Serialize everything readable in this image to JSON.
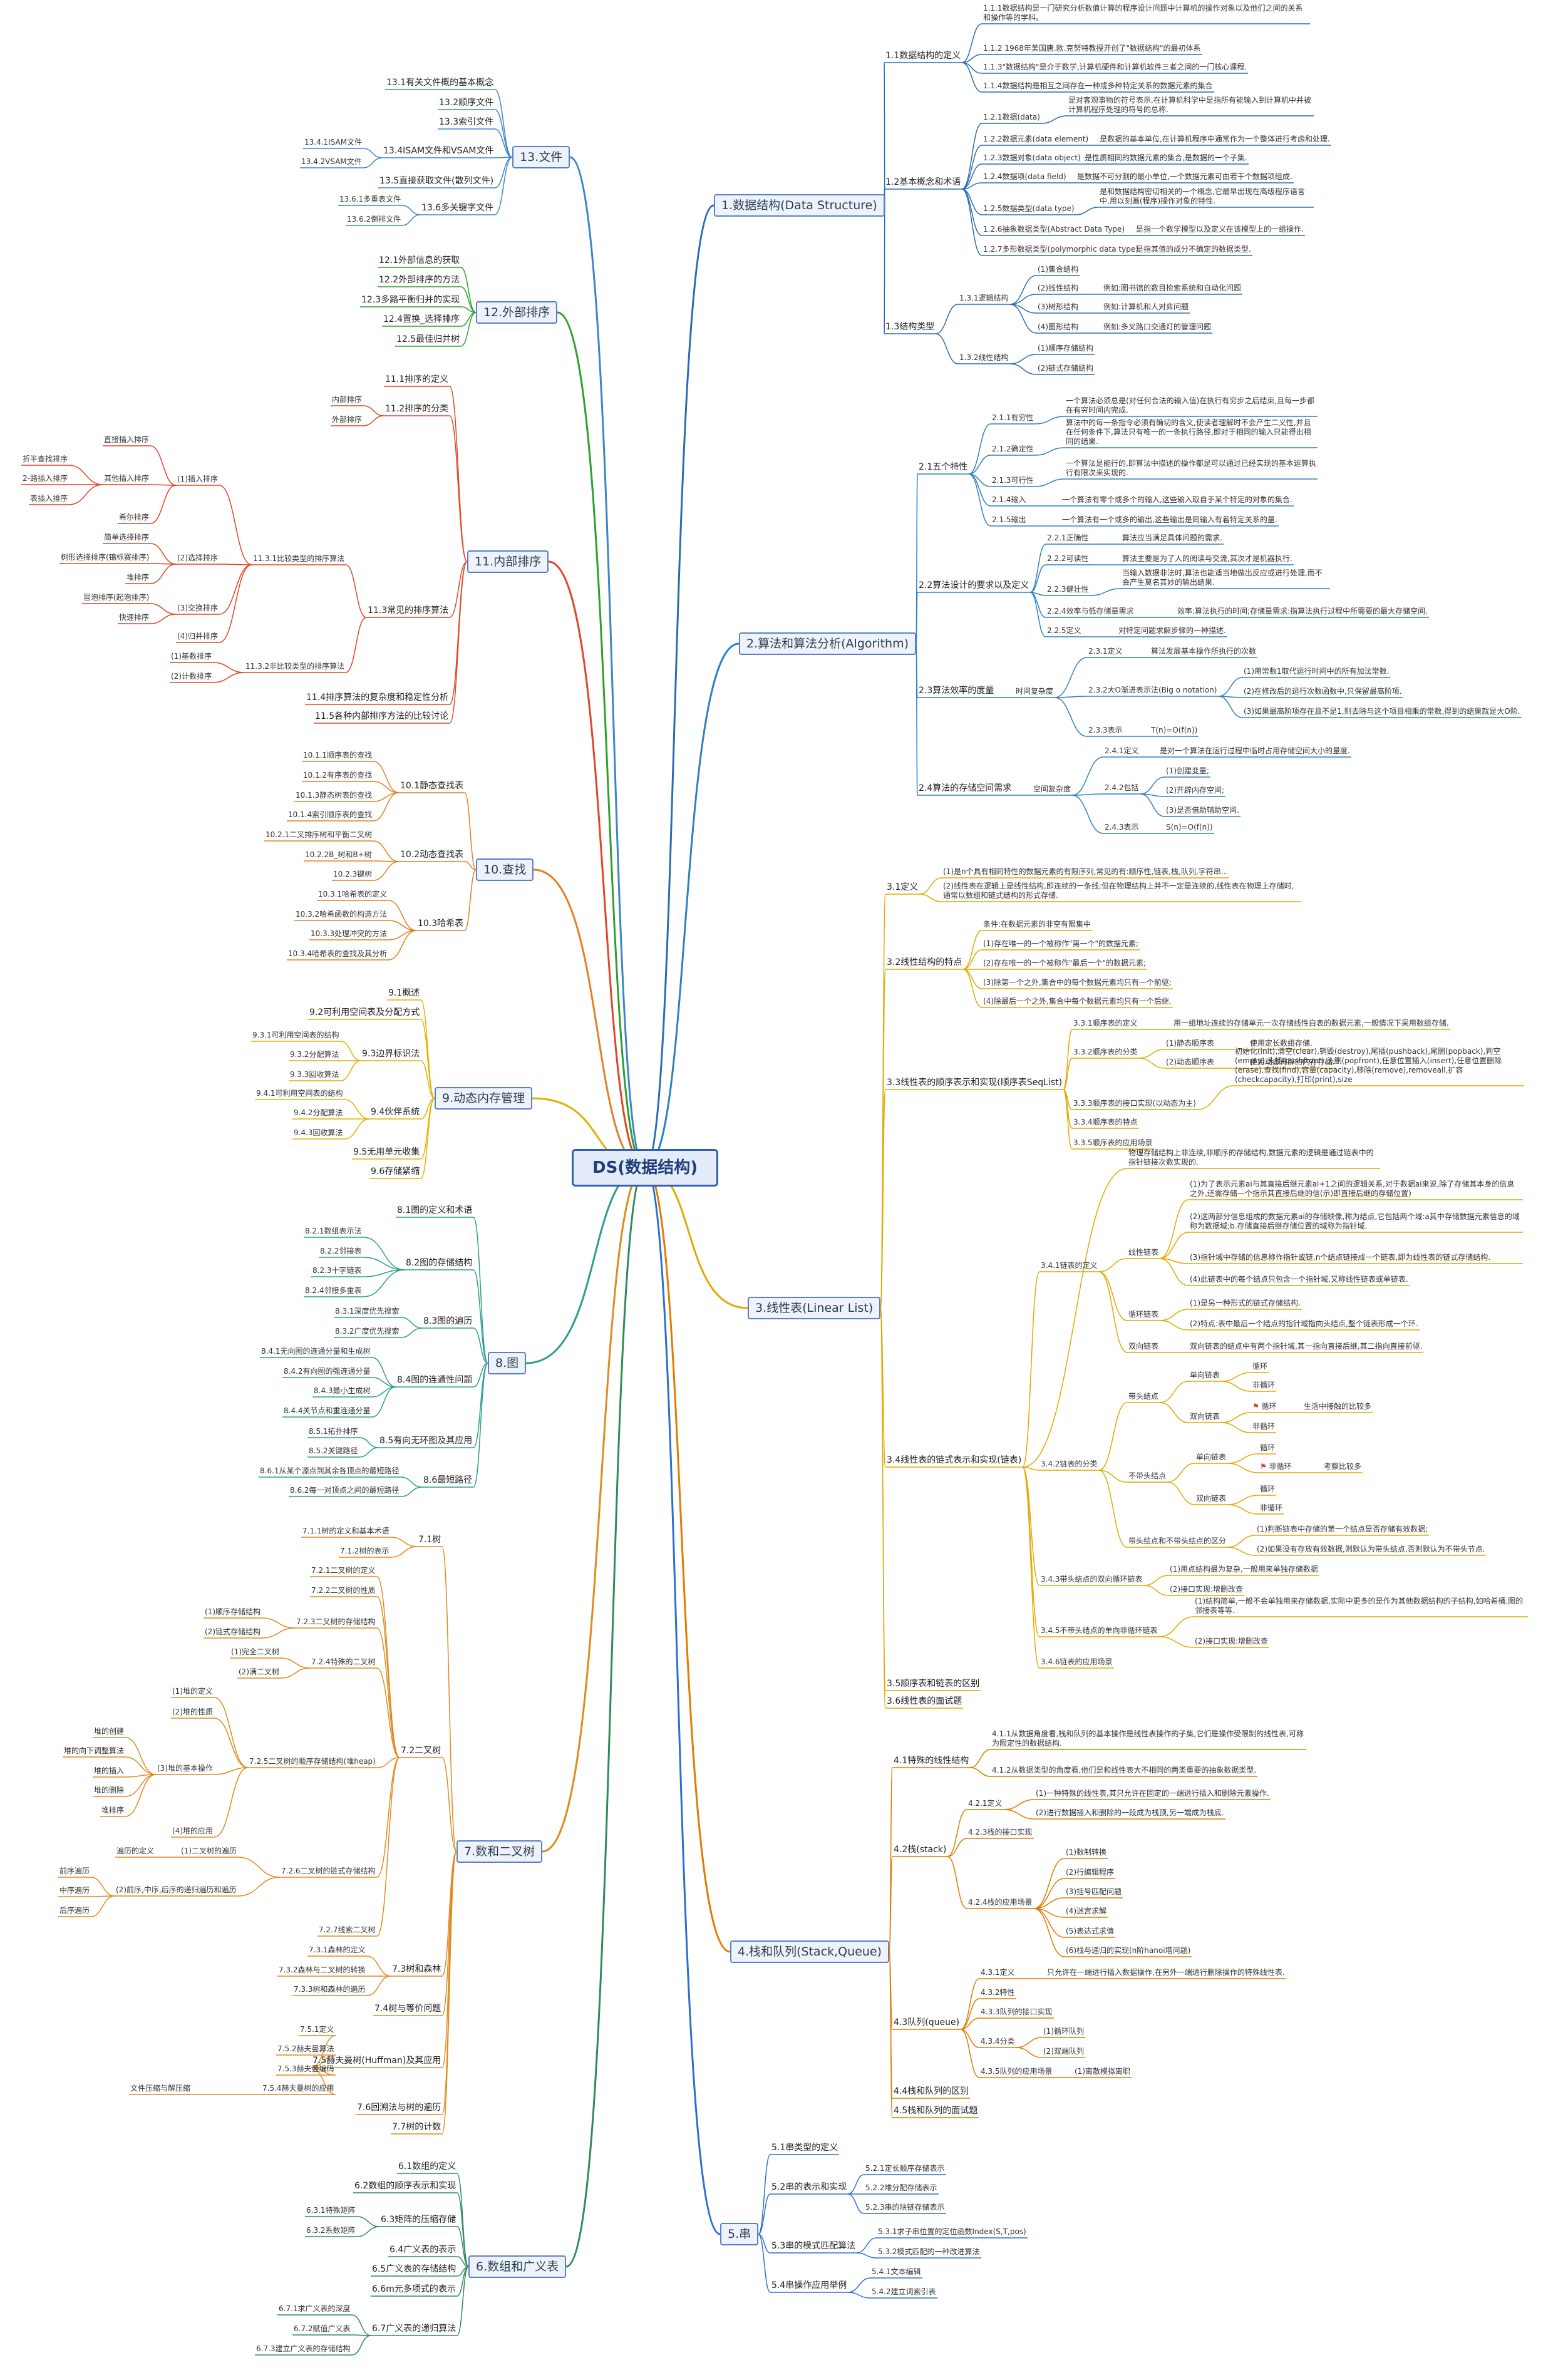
{
  "root": "DS(数据结构)",
  "colors": {
    "b1": "#2b6cb0",
    "b2": "#2f80c0",
    "b3": "#e2a900",
    "b4": "#e07b00",
    "b5": "#2c6fd1",
    "b6": "#2e8b57",
    "b7": "#e08a1e",
    "b8": "#2a9d8f",
    "b9": "#e2b100",
    "b10": "#e67e22",
    "b11": "#e0452a",
    "b12": "#2ca02c",
    "b13": "#3a86c8",
    "node_border": "#5b7fc7",
    "root_border": "#2f5fb3"
  },
  "nodes": {
    "b1": "1.数据结构(Data Structure)",
    "b1_1": "1.1数据结构的定义",
    "b1_1a": "1.1.1数据结构是一门研究分析数值计算的程序设计问题中计算机的操作对象以及他们之间的关系和操作等的学科。",
    "b1_1b": "1.1.2 1968年美国唐.欧.克努特教授开创了\"数据结构\"的最初体系",
    "b1_1c": "1.1.3\"数据结构\"是介于数学,计算机硬件和计算机软件三者之间的一门核心课程.",
    "b1_1d": "1.1.4数据结构是相互之间存在一种或多种特定关系的数据元素的集合",
    "b1_2": "1.2基本概念和术语",
    "b1_2a": "1.2.1数据(data)",
    "b1_2a_d": "是对客观事物的符号表示,在计算机科学中是指所有能输入到计算机中并被计算机程序处理的符号的总称.",
    "b1_2b": "1.2.2数据元素(data element)",
    "b1_2b_d": "是数据的基本单位,在计算机程序中通常作为一个整体进行考虑和处理.",
    "b1_2c": "1.2.3数据对象(data object)",
    "b1_2c_d": "是性质相同的数据元素的集合,是数据的一个子集.",
    "b1_2d": "1.2.4数据项(data field)",
    "b1_2d_d": "是数据不可分割的最小单位,一个数据元素可由若干个数据项组成.",
    "b1_2e": "1.2.5数据类型(data type)",
    "b1_2e_d": "是和数据结构密切相关的一个概念,它最早出现在高级程序语言中,用以刻画(程序)操作对象的特性.",
    "b1_2f": "1.2.6抽象数据类型(Abstract Data Type)",
    "b1_2f_d": "是指一个数学模型以及定义在该模型上的一组操作.",
    "b1_2g": "1.2.7多形数据类型(polymorphic data type)",
    "b1_2g_d": "是指其值的成分不确定的数据类型.",
    "b1_3": "1.3结构类型",
    "b1_3_1": "1.3.1逻辑结构",
    "b1_3_1a": "(1)集合结构",
    "b1_3_1b": "(2)线性结构",
    "b1_3_1b_d": "例如:图书馆的数目检索系统和自动化问题",
    "b1_3_1c": "(3)树形结构",
    "b1_3_1c_d": "例如:计算机和人对弈问题",
    "b1_3_1d": "(4)图形结构",
    "b1_3_1d_d": "例如:多叉路口交通灯的管理问题",
    "b1_3_2": "1.3.2线性结构",
    "b1_3_2a": "(1)顺序存储结构",
    "b1_3_2b": "(2)链式存储结构",
    "b2": "2.算法和算法分析(Algorithm)",
    "b2_1": "2.1五个特性",
    "b2_1a": "2.1.1有穷性",
    "b2_1a_d": "一个算法必须总是(对任何合法的输入值)在执行有穷步之后结束,且每一步都在有穷时间内完成.",
    "b2_1b": "2.1.2确定性",
    "b2_1b_d": "算法中的每一条指令必须有确切的含义,使读者理解时不会产生二义性,并且在任何条件下,算法只有唯一的一条执行路径,即对于相同的输入只能得出相同的结果.",
    "b2_1c": "2.1.3可行性",
    "b2_1c_d": "一个算法是能行的,即算法中描述的操作都是可以通过已经实现的基本运算执行有限次来实现的.",
    "b2_1d": "2.1.4输入",
    "b2_1d_d": "一个算法有零个或多个的输入,这些输入取自于某个特定的对象的集合.",
    "b2_1e": "2.1.5输出",
    "b2_1e_d": "一个算法有一个或多的输出,这些输出是同输入有着特定关系的量.",
    "b2_2": "2.2算法设计的要求以及定义",
    "b2_2a": "2.2.1正确性",
    "b2_2a_d": "算法应当满足具体问题的需求.",
    "b2_2b": "2.2.2可读性",
    "b2_2b_d": "算法主要是为了人的阅读与交流,其次才是机器执行.",
    "b2_2c": "2.2.3健壮性",
    "b2_2c_d": "当输入数据非法时,算法也能适当地做出反应或进行处理,而不会产生莫名其妙的输出结果.",
    "b2_2d": "2.2.4效率与低存储量需求",
    "b2_2d_d": "效率:算法执行的时间;存储量需求:指算法执行过程中所需要的最大存储空间.",
    "b2_2e": "2.2.5定义",
    "b2_2e_d": "对特定问题求解步骤的一种描述.",
    "b2_3": "2.3算法效率的度量",
    "b2_3_t": "时间复杂度",
    "b2_3_1": "2.3.1定义",
    "b2_3_1_d": "算法发展基本操作所执行的次数",
    "b2_3_2": "2.3.2大O渐进表示法(Big o notation)",
    "b2_3_2a": "(1)用常数1取代运行时间中的所有加法常数.",
    "b2_3_2b": "(2)在修改后的运行次数函数中,只保留最高阶项.",
    "b2_3_2c": "(3)如果最高阶项存在且不是1,则去除与这个项目相乘的常数,得到的结果就是大O阶.",
    "b2_3_3": "2.3.3表示",
    "b2_3_3_d": "T(n)=O(f(n))",
    "b2_4": "2.4算法的存储空间需求",
    "b2_4_t": "空间复杂度",
    "b2_4_1": "2.4.1定义",
    "b2_4_1_d": "是对一个算法在运行过程中临时占用存储空间大小的量度.",
    "b2_4_2": "2.4.2包括",
    "b2_4_2a": "(1)创建变量;",
    "b2_4_2b": "(2)开辟内存空间;",
    "b2_4_2c": "(3)是否借助辅助空间.",
    "b2_4_3": "2.4.3表示",
    "b2_4_3_d": "S(n)=O(f(n))",
    "b3": "3.线性表(Linear List)",
    "b3_1": "3.1定义",
    "b3_1a": "(1)是n个具有相同特性的数据元素的有限序列,常见的有:顺序性,链表,栈,队列,字符串...",
    "b3_1b": "(2)线性表在逻辑上是线性结构,即连续的一条线;但在物理结构上并不一定是连续的,线性表在物理上存储时,通常以数组和链式结构的形式存储.",
    "b3_2": "3.2线性结构的特点",
    "b3_2_0": "条件:在数据元素的非空有限集中",
    "b3_2a": "(1)存在唯一的一个被称作\"第一个\"的数据元素;",
    "b3_2b": "(2)存在唯一的一个被称作\"最后一个\"的数据元素;",
    "b3_2c": "(3)除第一个之外,集合中的每个数据元素均只有一个前驱;",
    "b3_2d": "(4)除最后一个之外,集合中每个数据元素均只有一个后继.",
    "b3_3": "3.3线性表的顺序表示和实现(顺序表SeqList)",
    "b3_3_1": "3.3.1顺序表的定义",
    "b3_3_1_d": "用一组地址连续的存储单元一次存储线性白表的数据元素,一般情况下采用数组存储.",
    "b3_3_2": "3.3.2顺序表的分类",
    "b3_3_2a": "(1)静态顺序表",
    "b3_3_2a_d": "使用定长数组存储.",
    "b3_3_2b": "(2)动态顺序表",
    "b3_3_2b_d": "使用动态开辟的内存存储.",
    "b3_3_3": "3.3.3顺序表的接口实现(以动态为主)",
    "b3_3_3_d": "初始化(init),清空(clear),销毁(destroy),尾插(pushback),尾删(popback),判空(empty),头插(pushfront),头删(popfront),任意位置插入(insert),任意位置删除(erase),查找(find),容量(capacity),移除(remove),removeall,扩容(checkcapacity),打印(print),size",
    "b3_3_4": "3.3.4顺序表的特点",
    "b3_3_5": "3.3.5顺序表的应用场景",
    "b3_4": "3.4线性表的链式表示和实现(链表)",
    "b3_4_0": "物理存储结构上非连续,非顺序的存储结构,数据元素的逻辑是通过链表中的指针链接次数实现的.",
    "b3_4_1": "3.4.1链表的定义",
    "b3_4_1_l": "线性链表",
    "b3_4_1_l1": "(1)为了表示元素ai与其直接后继元素ai+1之间的逻辑关系,对于数据ai来说,除了存储其本身的信息之外,还需存储一个指示其直接后继的信(示)即直接后继的存储位置)",
    "b3_4_1_l2": "(2)这两部分信息组成的数据元素ai的存储映像,称为结点,它包括两个域:a其中存储数据元素信息的域称为数据域;b.存储直接后继存储位置的域称为指针域.",
    "b3_4_1_l3": "(3)指针域中存储的信息称作指针或链,n个结点链接成一个链表,即为线性表的链式存储结构.",
    "b3_4_1_l4": "(4)此链表中的每个结点只包含一个指针域,又称线性链表或单链表.",
    "b3_4_1_c": "循环链表",
    "b3_4_1_c1": "(1)是另一种形式的链式存储结构.",
    "b3_4_1_c2": "(2)特点:表中最后一个结点的指针域指向头结点,整个链表形成一个环.",
    "b3_4_1_d": "双向链表",
    "b3_4_1_d1": "双向链表的结点中有两个指针域,其一指向直接后继,其二指向直接前驱.",
    "b3_4_2": "3.4.2链表的分类",
    "b3_4_2a": "带头结点",
    "b3_4_2a1": "单向链表",
    "b3_4_2a1x": "循环",
    "b3_4_2a1y": "非循环",
    "b3_4_2a2": "双向链表",
    "b3_4_2a2x": "循环",
    "b3_4_2a2x_d": "生活中接触的比较多",
    "b3_4_2a2y": "非循环",
    "b3_4_2b": "不带头结点",
    "b3_4_2b1": "单向链表",
    "b3_4_2b1x": "循环",
    "b3_4_2b1y": "非循环",
    "b3_4_2b1y_d": "考察比较多",
    "b3_4_2b2": "双向链表",
    "b3_4_2b2x": "循环",
    "b3_4_2b2y": "非循环",
    "b3_4_2c": "带头结点和不带头结点的区分",
    "b3_4_2c1": "(1)判断链表中存储的第一个结点是否存储有效数据;",
    "b3_4_2c2": "(2)如果没有存放有效数据,则默认为带头结点,否则默认为不带头节点.",
    "b3_4_3": "3.4.3带头结点的双向循环链表",
    "b3_4_3a": "(1)用点结构最为复杂,一般用来单独存储数据",
    "b3_4_3b": "(2)接口实现:增删改查",
    "b3_4_5": "3.4.5不带头结点的单向非循环链表",
    "b3_4_5a": "(1)结构简单,一般不会单独用来存储数据,实际中更多的是作为其他数据结构的子结构,如哈希桶,图的邻接表等等.",
    "b3_4_5b": "(2)接口实现:增删改查",
    "b3_4_6": "3.4.6链表的应用场景",
    "b3_5": "3.5顺序表和链表的区别",
    "b3_6": "3.6线性表的面试题",
    "b4": "4.栈和队列(Stack,Queue)",
    "b4_1": "4.1特殊的线性结构",
    "b4_1_1": "4.1.1从数据角度看,栈和队列的基本操作是线性表操作的子集,它们是操作受限制的线性表,可称为限定性的数据结构.",
    "b4_1_2": "4.1.2从数据类型的角度看,他们是和线性表大不相同的两类重要的抽象数据类型.",
    "b4_2": "4.2栈(stack)",
    "b4_2_1": "4.2.1定义",
    "b4_2_1a": "(1)一种特殊的线性表,其只允许在固定的一端进行插入和删除元素操作.",
    "b4_2_1b": "(2)进行数据插入和删除的一段成为栈顶,另一端成为栈底.",
    "b4_2_3": "4.2.3栈的接口实现",
    "b4_2_4": "4.2.4栈的应用场景",
    "b4_2_4a": "(1)数制转换",
    "b4_2_4b": "(2)行编辑程序",
    "b4_2_4c": "(3)括号匹配问题",
    "b4_2_4d": "(4)迷宫求解",
    "b4_2_4e": "(5)表达式求值",
    "b4_2_4f": "(6)栈与递归的实现(n阶hanoi塔问题)",
    "b4_3": "4.3队列(queue)",
    "b4_3_1": "4.3.1定义",
    "b4_3_1_d": "只允许在一端进行插入数据操作,在另外一端进行删除操作的特殊线性表.",
    "b4_3_2": "4.3.2特性",
    "b4_3_3": "4.3.3队列的接口实现",
    "b4_3_4": "4.3.4分类",
    "b4_3_4a": "(1)循环队列",
    "b4_3_4b": "(2)双端队列",
    "b4_3_5": "4.3.5队列的应用场景",
    "b4_3_5a": "(1)离散模拟离职",
    "b4_4": "4.4栈和队列的区别",
    "b4_5": "4.5栈和队列的面试题",
    "b5": "5.串",
    "b5_1": "5.1串类型的定义",
    "b5_2": "5.2串的表示和实现",
    "b5_2_1": "5.2.1定长顺序存储表示",
    "b5_2_2": "5.2.2堆分配存储表示",
    "b5_2_3": "5.2.3串的块链存储表示",
    "b5_3": "5.3串的模式匹配算法",
    "b5_3_1": "5.3.1求子串位置的定位函数Index(S,T,pos)",
    "b5_3_2": "5.3.2模式匹配的一种改进算法",
    "b5_4": "5.4串操作应用举例",
    "b5_4_1": "5.4.1文本编辑",
    "b5_4_2": "5.4.2建立词索引表",
    "b6": "6.数组和广义表",
    "b6_1": "6.1数组的定义",
    "b6_2": "6.2数组的顺序表示和实现",
    "b6_3": "6.3矩阵的压缩存储",
    "b6_3_1": "6.3.1特殊矩阵",
    "b6_3_2": "6.3.2系数矩阵",
    "b6_4": "6.4广义表的表示",
    "b6_5": "6.5广义表的存储结构",
    "b6_6": "6.6m元多项式的表示",
    "b6_7": "6.7广义表的递归算法",
    "b6_7_1": "6.7.1求广义表的深度",
    "b6_7_2": "6.7.2赋值广义表",
    "b6_7_3": "6.7.3建立广义表的存储结构",
    "b7": "7.数和二叉树",
    "b7_1": "7.1树",
    "b7_1_1": "7.1.1树的定义和基本术语",
    "b7_1_2": "7.1.2树的表示",
    "b7_2": "7.2二叉树",
    "b7_2_1": "7.2.1二叉树的定义",
    "b7_2_2": "7.2.2二叉树的性质",
    "b7_2_3": "7.2.3二叉树的存储结构",
    "b7_2_3a": "(1)顺序存储结构",
    "b7_2_3b": "(2)链式存储结构",
    "b7_2_4": "7.2.4特殊的二叉树",
    "b7_2_4a": "(1)完全二叉树",
    "b7_2_4b": "(2)满二叉树",
    "b7_2_5": "7.2.5二叉树的顺序存储结构(堆heap)",
    "b7_2_5a": "(1)堆的定义",
    "b7_2_5b": "(2)堆的性质",
    "b7_2_5c": "(3)堆的基本操作",
    "b7_2_5c1": "堆的创建",
    "b7_2_5c2": "堆的向下调整算法",
    "b7_2_5c3": "堆的插入",
    "b7_2_5c4": "堆的删除",
    "b7_2_5c5": "堆排序",
    "b7_2_5d": "(4)堆的应用",
    "b7_2_6": "7.2.6二叉树的链式存储结构",
    "b7_2_6a": "(1)二叉树的遍历",
    "b7_2_6a_t": "遍历的定义",
    "b7_2_6b": "(2)前序,中序,后序的递归遍历和遍历",
    "b7_2_6b1": "前序遍历",
    "b7_2_6b2": "中序遍历",
    "b7_2_6b3": "后序遍历",
    "b7_2_7": "7.2.7线索二叉树",
    "b7_3": "7.3树和森林",
    "b7_3_1": "7.3.1森林的定义",
    "b7_3_2": "7.3.2森林与二叉树的转换",
    "b7_3_3": "7.3.3树和森林的遍历",
    "b7_4": "7.4树与等价问题",
    "b7_5": "7.5赫夫曼树(Huffman)及其应用",
    "b7_5_1": "7.5.1定义",
    "b7_5_2": "7.5.2赫夫曼算法",
    "b7_5_3": "7.5.3赫夫曼编码",
    "b7_5_4": "7.5.4赫夫曼树的应用",
    "b7_5_4a": "文件压缩与解压缩",
    "b7_6": "7.6回溯法与树的遍历",
    "b7_7": "7.7树的计数",
    "b8": "8.图",
    "b8_1": "8.1图的定义和术语",
    "b8_2": "8.2图的存储结构",
    "b8_2_1": "8.2.1数组表示法",
    "b8_2_2": "8.2.2邻接表",
    "b8_2_3": "8.2.3十字链表",
    "b8_2_4": "8.2.4邻接多重表",
    "b8_3": "8.3图的遍历",
    "b8_3_1": "8.3.1深度优先搜索",
    "b8_3_2": "8.3.2广度优先搜索",
    "b8_4": "8.4图的连通性问题",
    "b8_4_1": "8.4.1无向图的连通分量和生成树",
    "b8_4_2": "8.4.2有向图的强连通分量",
    "b8_4_3": "8.4.3最小生成树",
    "b8_4_4": "8.4.4关节点和重连通分量",
    "b8_5": "8.5有向无环图及其应用",
    "b8_5_1": "8.5.1拓扑排序",
    "b8_5_2": "8.5.2关键路径",
    "b8_6": "8.6最短路径",
    "b8_6_1": "8.6.1从某个源点到其余各顶点的最短路径",
    "b8_6_2": "8.6.2每一对顶点之间的最短路径",
    "b9": "9.动态内存管理",
    "b9_1": "9.1概述",
    "b9_2": "9.2可利用空间表及分配方式",
    "b9_3": "9.3边界标识法",
    "b9_3_1": "9.3.1可利用空间表的结构",
    "b9_3_2": "9.3.2分配算法",
    "b9_3_3": "9.3.3回收算法",
    "b9_4": "9.4伙伴系统",
    "b9_4_1": "9.4.1可利用空间表的结构",
    "b9_4_2": "9.4.2分配算法",
    "b9_4_3": "9.4.3回收算法",
    "b9_5": "9.5无用单元收集",
    "b9_6": "9.6存储紧缩",
    "b10": "10.查找",
    "b10_1": "10.1静态查找表",
    "b10_1_1": "10.1.1顺序表的查找",
    "b10_1_2": "10.1.2有序表的查找",
    "b10_1_3": "10.1.3静态树表的查找",
    "b10_1_4": "10.1.4索引顺序表的查找",
    "b10_2": "10.2动态查找表",
    "b10_2_1": "10.2.1二叉排序树和平衡二叉树",
    "b10_2_2": "10.2.2B_树和B+树",
    "b10_2_3": "10.2.3键树",
    "b10_3": "10.3哈希表",
    "b10_3_1": "10.3.1哈希表的定义",
    "b10_3_2": "10.3.2哈希函数的构造方法",
    "b10_3_3": "10.3.3处理冲突的方法",
    "b10_3_4": "10.3.4哈希表的查找及其分析",
    "b11": "11.内部排序",
    "b11_1": "11.1排序的定义",
    "b11_2": "11.2排序的分类",
    "b11_2a": "内部排序",
    "b11_2b": "外部排序",
    "b11_3": "11.3常见的排序算法",
    "b11_3_1": "11.3.1比较类型的排序算法",
    "b11_3_1a": "(1)插入排序",
    "b11_3_1a1": "直接插入排序",
    "b11_3_1a2": "其他插入排序",
    "b11_3_1a2x": "折半查找排序",
    "b11_3_1a2y": "2-路插入排序",
    "b11_3_1a2z": "表插入排序",
    "b11_3_1a3": "希尔排序",
    "b11_3_1b": "(2)选择排序",
    "b11_3_1b1": "简单选择排序",
    "b11_3_1b2": "树形选择排序(锦标赛排序)",
    "b11_3_1b3": "堆排序",
    "b11_3_1c": "(3)交换排序",
    "b11_3_1c1": "冒泡排序(起泡排序)",
    "b11_3_1c2": "快速排序",
    "b11_3_1d": "(4)归并排序",
    "b11_3_2": "11.3.2非比较类型的排序算法",
    "b11_3_2a": "(1)基数排序",
    "b11_3_2b": "(2)计数排序",
    "b11_4": "11.4排序算法的复杂度和稳定性分析",
    "b11_5": "11.5各种内部排序方法的比较讨论",
    "b12": "12.外部排序",
    "b12_1": "12.1外部信息的获取",
    "b12_2": "12.2外部排序的方法",
    "b12_3": "12.3多路平衡归并的实现",
    "b12_4": "12.4置换_选择排序",
    "b12_5": "12.5最佳归并树",
    "b13": "13.文件",
    "b13_1": "13.1有关文件概的基本概念",
    "b13_2": "13.2顺序文件",
    "b13_3": "13.3索引文件",
    "b13_4": "13.4ISAM文件和VSAM文件",
    "b13_4_1": "13.4.1ISAM文件",
    "b13_4_2": "13.4.2VSAM文件",
    "b13_5": "13.5直接获取文件(散列文件)",
    "b13_6": "13.6多关键字文件",
    "b13_6_1": "13.6.1多重表文件",
    "b13_6_2": "13.6.2倒排文件"
  }
}
